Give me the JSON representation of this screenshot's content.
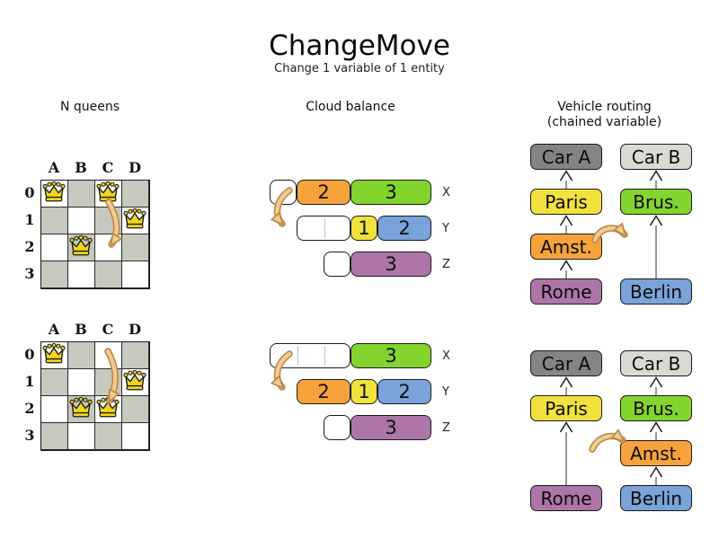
{
  "title": "ChangeMove",
  "subtitle": "Change 1 variable of 1 entity",
  "columns": {
    "nqueens_header": "N queens",
    "cloud_header": "Cloud balance",
    "vr_header": "Vehicle routing",
    "vr_header2": "(chained variable)"
  },
  "colors": {
    "board_dark": "#c7c9bf",
    "board_light": "#ffffff",
    "queen_yellow": "#f0d41d",
    "orange": "#f6a33c",
    "green": "#84d42e",
    "yellow": "#f1e13c",
    "blue": "#79a3d9",
    "purple": "#ae76a8",
    "carA": "#848484",
    "carB": "#d9dbd3",
    "white": "#ffffff",
    "move_arrow_fill": "#f2cc96",
    "move_arrow_stroke": "#bd8a45",
    "chain_line": "#7d7d7d"
  },
  "nqueens": {
    "col_labels": [
      "A",
      "B",
      "C",
      "D"
    ],
    "row_labels": [
      "0",
      "1",
      "2",
      "3"
    ],
    "states": [
      {
        "name": "before",
        "queens": [
          {
            "col": 0,
            "row": 0
          },
          {
            "col": 2,
            "row": 0
          },
          {
            "col": 3,
            "row": 1
          },
          {
            "col": 1,
            "row": 2
          }
        ]
      },
      {
        "name": "after",
        "queens": [
          {
            "col": 0,
            "row": 0
          },
          {
            "col": 3,
            "row": 1
          },
          {
            "col": 1,
            "row": 2
          },
          {
            "col": 2,
            "row": 2
          }
        ]
      }
    ]
  },
  "cloud": {
    "computer_labels": [
      "X",
      "Y",
      "Z"
    ],
    "states": [
      {
        "name": "before",
        "rows": [
          {
            "label": "X",
            "offset": 0,
            "segments": [
              {
                "kind": "empty",
                "slots": 1
              },
              {
                "kind": "proc",
                "value": "2",
                "color": "orange"
              },
              {
                "kind": "proc",
                "value": "3",
                "color": "green"
              }
            ]
          },
          {
            "label": "Y",
            "offset": 1,
            "segments": [
              {
                "kind": "empty",
                "slots": 2
              },
              {
                "kind": "proc",
                "value": "1",
                "color": "yellow"
              },
              {
                "kind": "proc",
                "value": "2",
                "color": "blue"
              }
            ]
          },
          {
            "label": "Z",
            "offset": 2,
            "segments": [
              {
                "kind": "empty",
                "slots": 1
              },
              {
                "kind": "proc",
                "value": "3",
                "color": "purple"
              }
            ]
          }
        ]
      },
      {
        "name": "after",
        "rows": [
          {
            "label": "X",
            "offset": 0,
            "segments": [
              {
                "kind": "empty",
                "slots": 3
              },
              {
                "kind": "proc",
                "value": "3",
                "color": "green"
              }
            ]
          },
          {
            "label": "Y",
            "offset": 1,
            "segments": [
              {
                "kind": "proc",
                "value": "2",
                "color": "orange"
              },
              {
                "kind": "proc",
                "value": "1",
                "color": "yellow"
              },
              {
                "kind": "proc",
                "value": "2",
                "color": "blue"
              }
            ]
          },
          {
            "label": "Z",
            "offset": 2,
            "segments": [
              {
                "kind": "empty",
                "slots": 1
              },
              {
                "kind": "proc",
                "value": "3",
                "color": "purple"
              }
            ]
          }
        ]
      }
    ]
  },
  "vr": {
    "states": [
      {
        "name": "before",
        "nodes": [
          {
            "label": "Car A",
            "color": "carA",
            "col": 0,
            "row": 0
          },
          {
            "label": "Car B",
            "color": "carB",
            "col": 1,
            "row": 0
          },
          {
            "label": "Paris",
            "color": "yellow",
            "col": 0,
            "row": 1
          },
          {
            "label": "Brus.",
            "color": "green",
            "col": 1,
            "row": 1
          },
          {
            "label": "Amst.",
            "color": "orange",
            "col": 0,
            "row": 2
          },
          {
            "label": "Rome",
            "color": "purple",
            "col": 0,
            "row": 3
          },
          {
            "label": "Berlin",
            "color": "blue",
            "col": 1,
            "row": 3
          }
        ],
        "links": [
          [
            "Paris",
            "Car A"
          ],
          [
            "Amst.",
            "Paris"
          ],
          [
            "Rome",
            "Amst."
          ],
          [
            "Brus.",
            "Car B"
          ],
          [
            "Berlin",
            "Brus."
          ]
        ]
      },
      {
        "name": "after",
        "nodes": [
          {
            "label": "Car A",
            "color": "carA",
            "col": 0,
            "row": 0
          },
          {
            "label": "Car B",
            "color": "carB",
            "col": 1,
            "row": 0
          },
          {
            "label": "Paris",
            "color": "yellow",
            "col": 0,
            "row": 1
          },
          {
            "label": "Brus.",
            "color": "green",
            "col": 1,
            "row": 1
          },
          {
            "label": "Amst.",
            "color": "orange",
            "col": 1,
            "row": 2
          },
          {
            "label": "Rome",
            "color": "purple",
            "col": 0,
            "row": 3
          },
          {
            "label": "Berlin",
            "color": "blue",
            "col": 1,
            "row": 3
          }
        ],
        "links": [
          [
            "Paris",
            "Car A"
          ],
          [
            "Rome",
            "Paris"
          ],
          [
            "Brus.",
            "Car B"
          ],
          [
            "Amst.",
            "Brus."
          ],
          [
            "Berlin",
            "Amst."
          ]
        ]
      }
    ]
  }
}
